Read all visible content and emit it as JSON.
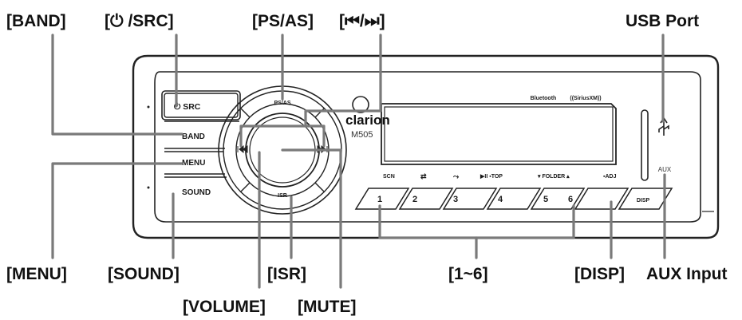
{
  "callouts": {
    "band": "[BAND]",
    "src": "[⏻ /SRC]",
    "ps_as": "[PS/AS]",
    "track": "[⏮/⏭]",
    "usb_port": "USB Port",
    "menu": "[MENU]",
    "sound": "[SOUND]",
    "isr": "[ISR]",
    "presets": "[1~6]",
    "disp": "[DISP]",
    "aux_input": "AUX Input",
    "volume": "[VOLUME]",
    "mute": "[MUTE]"
  },
  "panel": {
    "src_button": "⏻ SRC",
    "band_button": "BAND",
    "menu_button": "MENU",
    "sound_button": "SOUND",
    "ps_as_label": "PS/AS",
    "isr_label": "ISR",
    "brand": "clarion",
    "model": "M505",
    "bluetooth_logo": "Bluetooth",
    "siriusxm_logo": "((SiriusXM))",
    "aux_label": "AUX",
    "preset_functions": [
      "SCN",
      "⇄",
      "⤳",
      "▶II ▪TOP",
      "▾ FOLDER ▴",
      "▪ADJ"
    ],
    "preset_keys": [
      "1",
      "2",
      "3",
      "4",
      "5",
      "6",
      "DISP"
    ]
  }
}
